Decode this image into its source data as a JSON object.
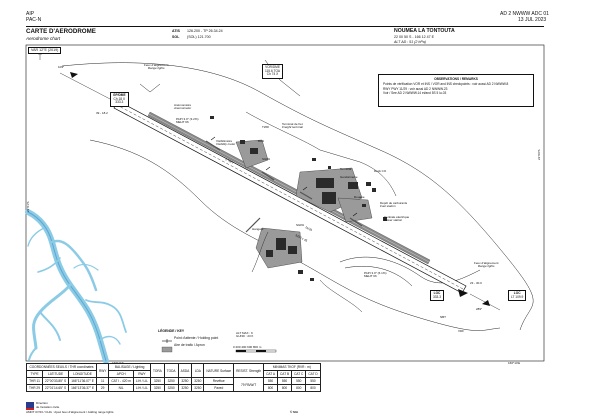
{
  "header": {
    "left_line1": "AIP",
    "left_line2": "PAC-N",
    "right_line1": "AD 2 NWWW ADC 01",
    "right_line2": "13 JUL 2023",
    "title": "CARTE D'AERODROME",
    "subtitle": "Aerodrome chart",
    "atis_label": "ATIS",
    "atis_value": "126.200 - TP 26.34.24",
    "sol_label": "SOL",
    "sol_value": "(SOL) 121.700",
    "airport_name": "NOUMEA LA TONTOUTA",
    "coords": "22 00 50 S - 166 12 47 E",
    "altitude": "ALT AD : 51 (2 hPa)"
  },
  "var_label": "VAR 12°E (2019)",
  "observations": {
    "heading": "OBSERVATIONS / REMARKS",
    "line1": "Points de vérification VOR et INS / VOR and INS checkpoints : voir aussi AD 2 NWWW.8",
    "line2": "RWY PWY 11/29 : voir aussi AD 2 NWWW.23",
    "line3": "Voir / See AD 2 NWWW.14 et/and 5S 5 lu-03"
  },
  "map_labels": {
    "hdg_left": "109°",
    "hdg_right": "289°",
    "vordme": "VOR/DME",
    "vordme_freq": "115.6 TOA",
    "vordme_ch": "Ch 74 X",
    "feux_approche_l1": "Feux d'alignement",
    "feux_approche_l2": "Range lights",
    "feux_approche_r1": "Feux d'alignement",
    "feux_approche_r2": "Range lights",
    "gp_left": "GP/DME",
    "gp_left2": "Ch 18 X",
    "gp_left3": "333.3",
    "anemo_l1": "Anémomètre",
    "anemo_l2": "Anemometer",
    "papi_left": "PAPI 3.0° (3.2%)",
    "papi_left2": "MEHT 66",
    "visibility_l1": "Visibilimètre",
    "visibility_l2": "Visibility meter",
    "piste": "1 TWY",
    "tower": "TWR",
    "terminal_fret_l1": "Terminal de fret",
    "terminal_fret_l2": "Freight terminal",
    "bra": "BRA",
    "sgpa": "SGPA",
    "terminal": "Terminal",
    "gendarmerie": "Gendarmerie",
    "douane": "Douane",
    "dock": "Dock CO",
    "rwy_marker": "11/29",
    "rwy_size": "3250 x 45",
    "hangars": "Hangars",
    "sgpa2": "SGPA",
    "depot_l1": "Dépôt de carburants",
    "depot_l2": "Fuel station",
    "centrale_l1": "Centrale électrique",
    "centrale_l2": "Power station",
    "papi_right": "PAPI 3.0° (6.1%)",
    "papi_right2": "MEHT 66",
    "loc_left": "LOC",
    "loc_left2": "333.3",
    "loc_right": "LOC",
    "loc_right2": "LT 109.9",
    "thr_elev_l": "39 - 18.2",
    "thr_elev_r": "23 - 30.0",
    "ndb": "NBT",
    "vdf": "VDF",
    "coord_bottom_left": "166°11'E",
    "coord_bottom_right": "166°14'E",
    "coord_left_side": "22°01'S",
    "coord_right_side": "22°00'S",
    "alt_max_l1": "ALT MAX : 9",
    "alt_max_l2": "GUND : 23 ft"
  },
  "legend": {
    "title": "LÉGENDE / KEY",
    "item1": "Point d'attente / Holding point",
    "item2": "Aire de trafic / Apron",
    "scale": "0   200   400   600   800 m"
  },
  "table": {
    "group1": "COORDONNÉES SEUILS / THR coordinates",
    "group2": "BALISAGE / Lighting",
    "group3": "MINIMAS TKOF (RVR : m)",
    "cols": [
      "TYPE",
      "LATITUDE",
      "LONGITUDE",
      "RWY",
      "APCH",
      "RWY",
      "TORA",
      "TODA",
      "ASDA",
      "LDA",
      "NATURE Surface",
      "RESIST. Strength",
      "CAT A",
      "CAT B",
      "CAT C",
      "CAT D"
    ],
    "rows": [
      [
        "THR 11",
        "22°00'33.85\" S",
        "166°11'36.07\" E",
        "11",
        "CAT I - 420 m",
        "LIH / LIL",
        "3250",
        "3250",
        "3250",
        "3250",
        "Revêtue",
        "79 FB/W/T",
        "550",
        "550",
        "550",
        "550"
      ],
      [
        "THR 29",
        "22°01'14.65\" S",
        "166°13'36.37\" E",
        "29",
        "NIL",
        "LIH / LIL",
        "3250",
        "3250",
        "3250",
        "3250",
        "Paved",
        "",
        "800",
        "800",
        "800",
        "800"
      ]
    ]
  },
  "footer": {
    "left": "AMDT 07/23 / CHG : Ajout feux d'alignement / Adding range lights.",
    "center": "© SIA",
    "logo_l1": "Direction",
    "logo_l2": "de l'aviation civile"
  },
  "colors": {
    "water": "#8ccbe6",
    "water_stroke": "#5aa8d0",
    "pavement": "#555555",
    "apron": "#9a9a9a",
    "building": "#2a2a2a"
  }
}
